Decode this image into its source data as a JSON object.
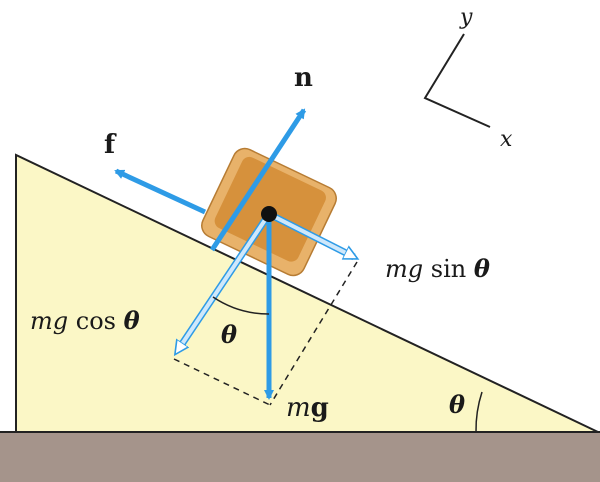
{
  "labels": {
    "axis_y": "y",
    "axis_x": "x",
    "normal_force": "n",
    "friction_force": "f",
    "weight_parallel_prefix": "mg",
    "weight_parallel_func": "sin",
    "weight_perp_prefix": "mg",
    "weight_perp_func": "cos",
    "theta_symbol": "θ",
    "weight_m": "m",
    "weight_g": "g"
  },
  "colors": {
    "incline_fill": "#fbf7c6",
    "ground": "#a5948b",
    "block_outer": "#e8b26a",
    "block_inner": "#d6913c",
    "vector_blue": "#2e9be6",
    "component_blue": "#cfe8fb"
  }
}
